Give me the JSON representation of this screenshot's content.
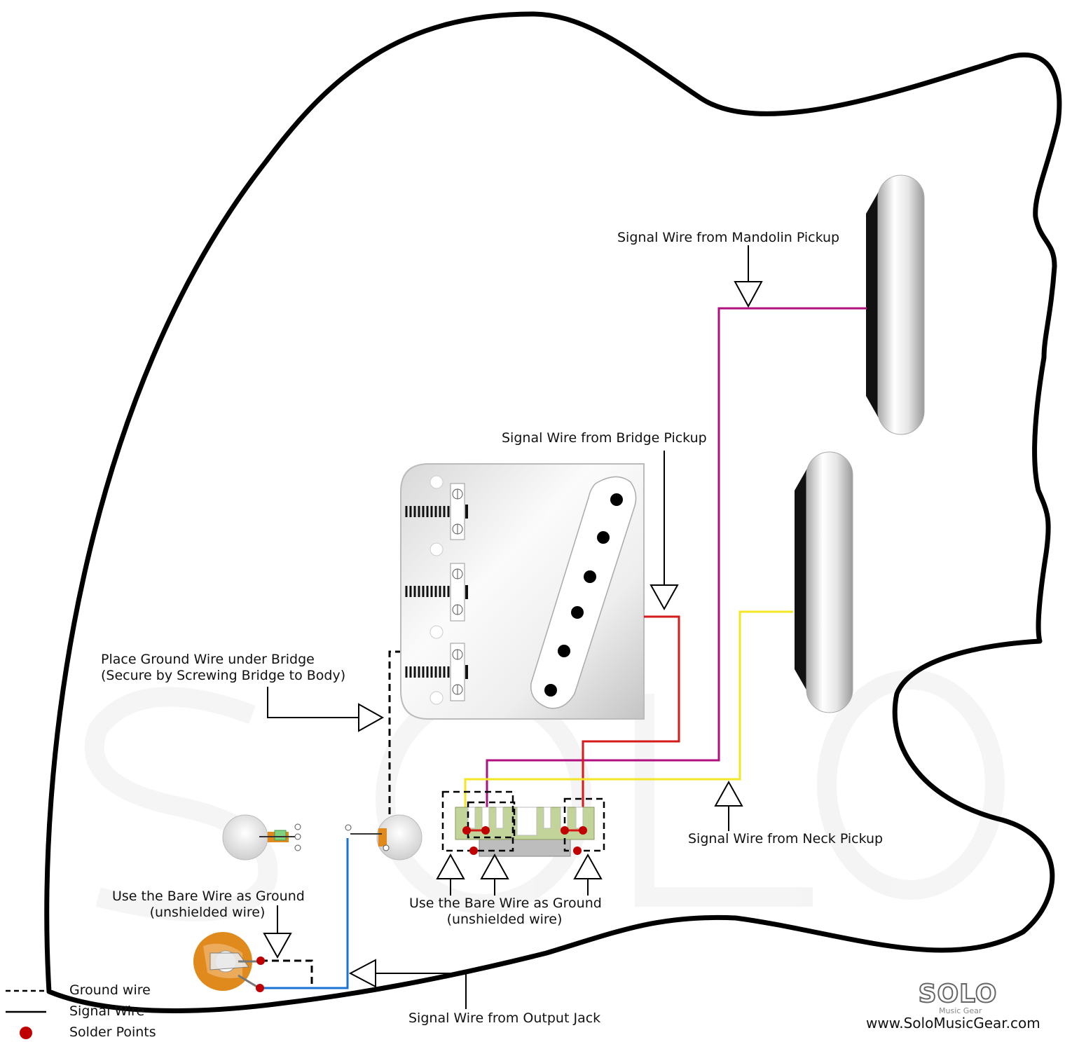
{
  "labels": {
    "mandolin": "Signal Wire from Mandolin Pickup",
    "bridge": "Signal Wire from Bridge Pickup",
    "neck": "Signal Wire from Neck Pickup",
    "ground_bridge_line1": "Place Ground Wire under Bridge",
    "ground_bridge_line2": "(Secure by Screwing Bridge to Body)",
    "bare_left_line1": "Use the Bare Wire as Ground",
    "bare_left_line2": "(unshielded wire)",
    "bare_center_line1": "Use the Bare Wire as Ground",
    "bare_center_line2": "(unshielded wire)",
    "output_jack": "Signal Wire from Output Jack"
  },
  "legend": {
    "ground": "Ground wire",
    "signal": "Signal Wire",
    "solder": "Solder Points"
  },
  "brand": {
    "logo": "SOLO",
    "sub": "Music Gear",
    "website": "www.SoloMusicGear.com"
  },
  "colors": {
    "mandolin_wire": "#b0107f",
    "bridge_wire": "#d41a1a",
    "neck_wire": "#f2e627",
    "output_wire": "#1a73d4",
    "ground_wire": "#000000",
    "solder_point": "#c00000",
    "pot_shaft": "#e08a1e"
  },
  "icons": {
    "solder": "solder-point-icon",
    "pickup": "single-coil-pickup",
    "bridge": "tele-bridge-plate",
    "switch": "3-way-switch",
    "pot": "potentiometer",
    "jack": "output-jack"
  }
}
